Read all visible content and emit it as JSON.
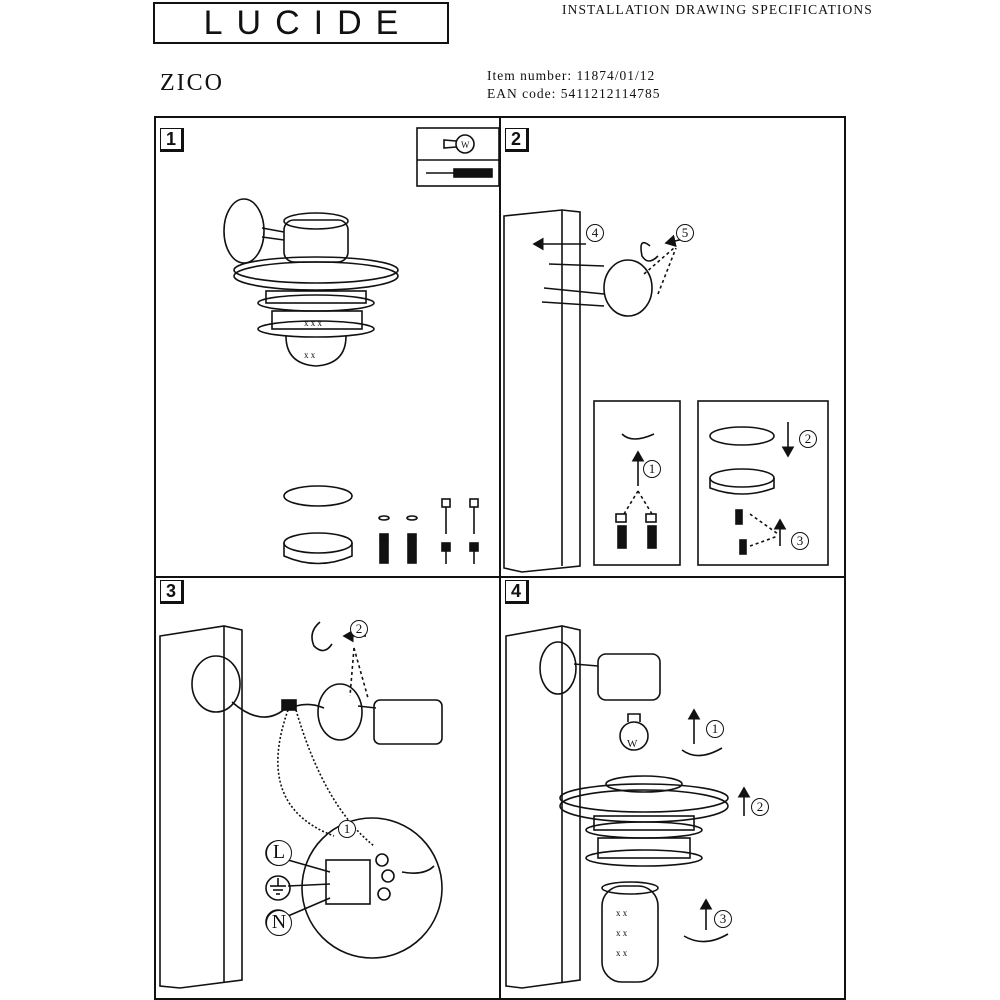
{
  "header": {
    "logo_text": "LUCIDE",
    "document_title": "INSTALLATION DRAWING SPECIFICATIONS",
    "product_name": "ZICO",
    "item_number": "Item number: 11874/01/12",
    "ean_code": "EAN code: 5411212114785"
  },
  "steps": [
    {
      "number": "1"
    },
    {
      "number": "2"
    },
    {
      "number": "3"
    },
    {
      "number": "4"
    }
  ],
  "callouts": {
    "c1": "1",
    "c2": "2",
    "c3": "3",
    "c4": "4",
    "c5": "5",
    "bulb_w": "W",
    "live": "L",
    "neutral": "N"
  },
  "icons": {
    "bulb": "light-bulb-icon",
    "screwdriver": "screwdriver-icon",
    "earth": "earth-ground-icon"
  }
}
